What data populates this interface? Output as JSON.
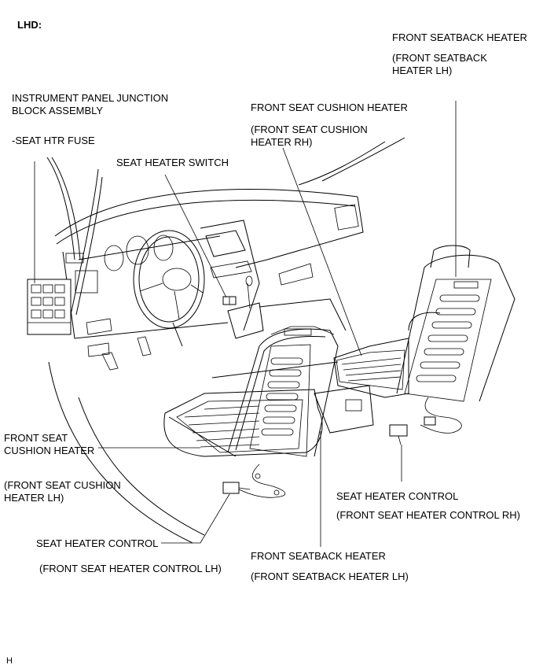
{
  "header": {
    "title": "LHD:"
  },
  "labels": {
    "front_seatback_heater_rh": "FRONT SEATBACK HEATER",
    "front_seatback_heater_rh_sub_1": "(FRONT SEATBACK",
    "front_seatback_heater_rh_sub_2": "HEATER LH)",
    "junction_block_1": "INSTRUMENT PANEL JUNCTION",
    "junction_block_2": "BLOCK ASSEMBLY",
    "seat_htr_fuse": "-SEAT HTR FUSE",
    "front_seat_cushion_heater_rh": "FRONT SEAT CUSHION HEATER",
    "front_seat_cushion_heater_rh_sub_1": "(FRONT SEAT CUSHION",
    "front_seat_cushion_heater_rh_sub_2": "HEATER RH)",
    "seat_heater_switch": "SEAT HEATER SWITCH",
    "front_seat_cushion_heater_lh_1": "FRONT SEAT",
    "front_seat_cushion_heater_lh_2": "CUSHION HEATER",
    "front_seat_cushion_heater_lh_sub_1": "(FRONT SEAT CUSHION",
    "front_seat_cushion_heater_lh_sub_2": "HEATER LH)",
    "seat_heater_control_rh": "SEAT HEATER CONTROL",
    "seat_heater_control_rh_sub": "(FRONT SEAT HEATER CONTROL RH)",
    "seat_heater_control_lh": "SEAT HEATER CONTROL",
    "seat_heater_control_lh_sub": "(FRONT SEAT HEATER CONTROL LH)",
    "front_seatback_heater_lh": "FRONT SEATBACK HEATER",
    "front_seatback_heater_lh_sub": "(FRONT SEATBACK HEATER LH)"
  },
  "footer": {
    "code": "H"
  }
}
